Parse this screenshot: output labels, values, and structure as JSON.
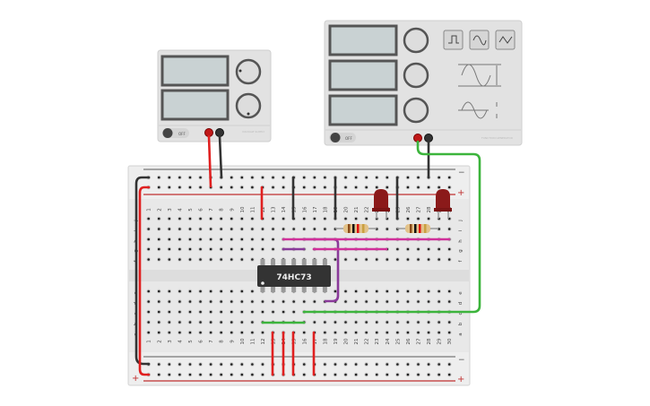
{
  "power_supply": {
    "switch_label": "OFF",
    "brand": "VOLTAGE SUPPLY"
  },
  "function_generator": {
    "switch_label": "OFF",
    "brand": "FUNCTION GENERATOR"
  },
  "chip": {
    "label": "74HC73"
  },
  "breadboard": {
    "columns": [
      "1",
      "2",
      "3",
      "4",
      "5",
      "6",
      "7",
      "8",
      "9",
      "10",
      "11",
      "12",
      "13",
      "14",
      "15",
      "16",
      "17",
      "18",
      "19",
      "20",
      "21",
      "22",
      "23",
      "24",
      "25",
      "26",
      "27",
      "28",
      "29",
      "30"
    ],
    "top_rows": [
      "j",
      "i",
      "h",
      "g",
      "f"
    ],
    "bottom_rows": [
      "e",
      "d",
      "c",
      "b",
      "a"
    ],
    "plus": "+",
    "minus": "−"
  },
  "colors": {
    "red": "#e02020",
    "black": "#333333",
    "green": "#3cb43c",
    "magenta": "#d0309a",
    "purple": "#8a3a9a",
    "led": "#8b1a1a"
  }
}
